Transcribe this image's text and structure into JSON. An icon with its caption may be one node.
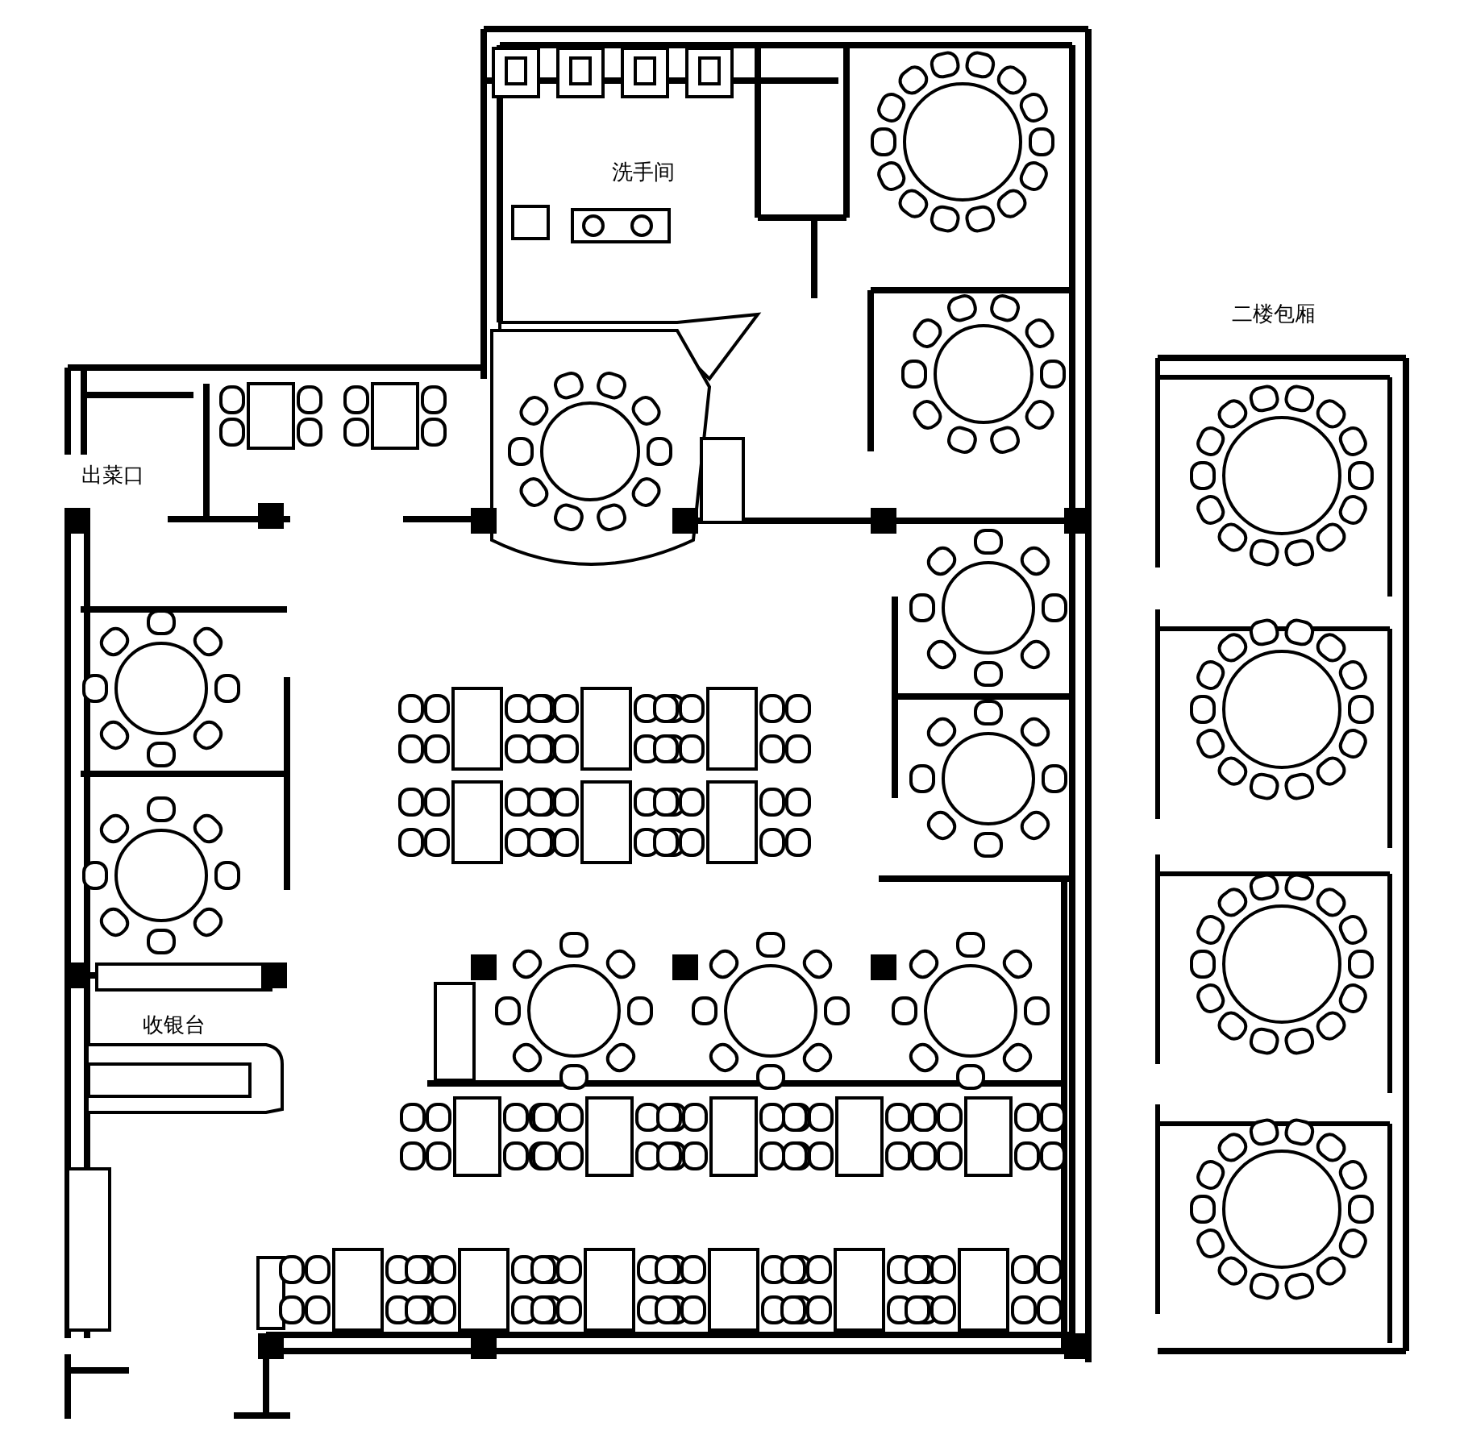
{
  "diagram": {
    "labels": [
      "洗手间",
      "二楼包厢",
      "出菜口",
      "收银台"
    ]
  }
}
